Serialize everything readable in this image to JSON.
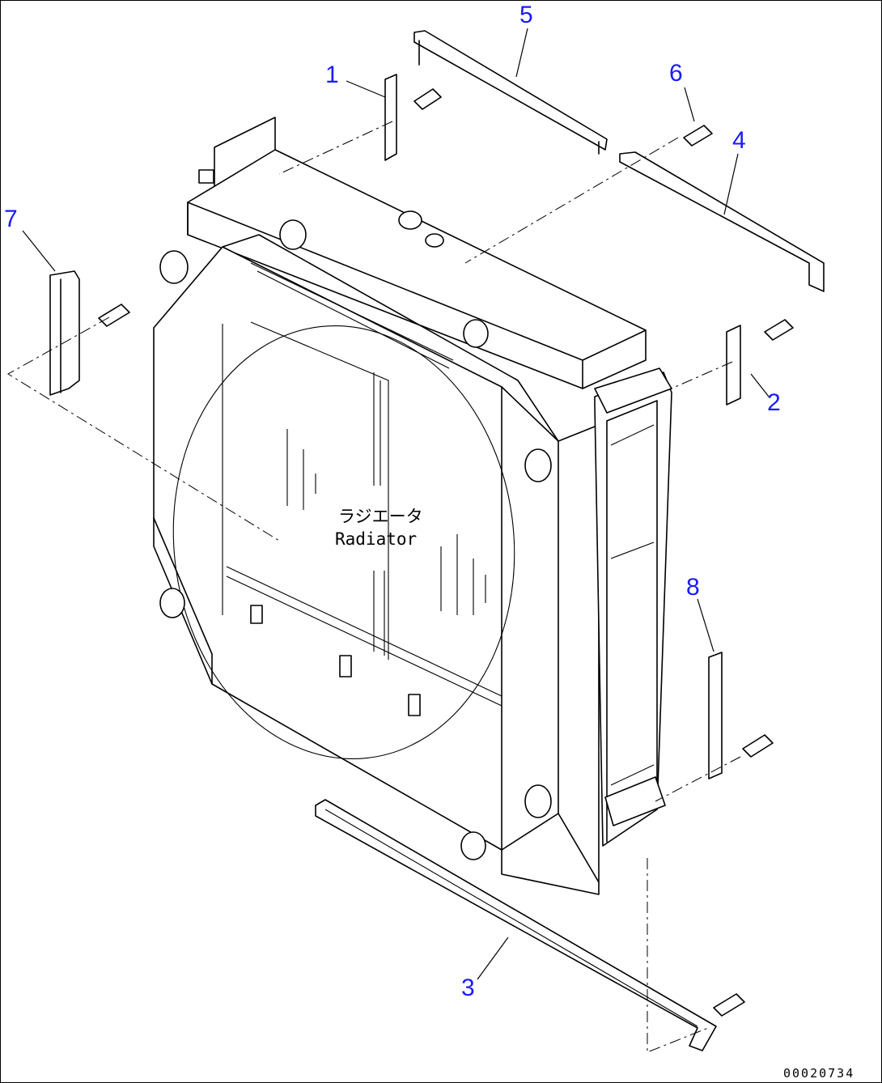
{
  "diagram": {
    "callouts": [
      {
        "id": "1",
        "text": "1"
      },
      {
        "id": "2",
        "text": "2"
      },
      {
        "id": "3",
        "text": "3"
      },
      {
        "id": "4",
        "text": "4"
      },
      {
        "id": "5",
        "text": "5"
      },
      {
        "id": "6",
        "text": "6"
      },
      {
        "id": "7",
        "text": "7"
      },
      {
        "id": "8",
        "text": "8"
      }
    ],
    "label_jp": "ラジエータ",
    "label_en": "Radiator",
    "drawing_code": "00020734",
    "callout_color": "#1a1aff"
  }
}
